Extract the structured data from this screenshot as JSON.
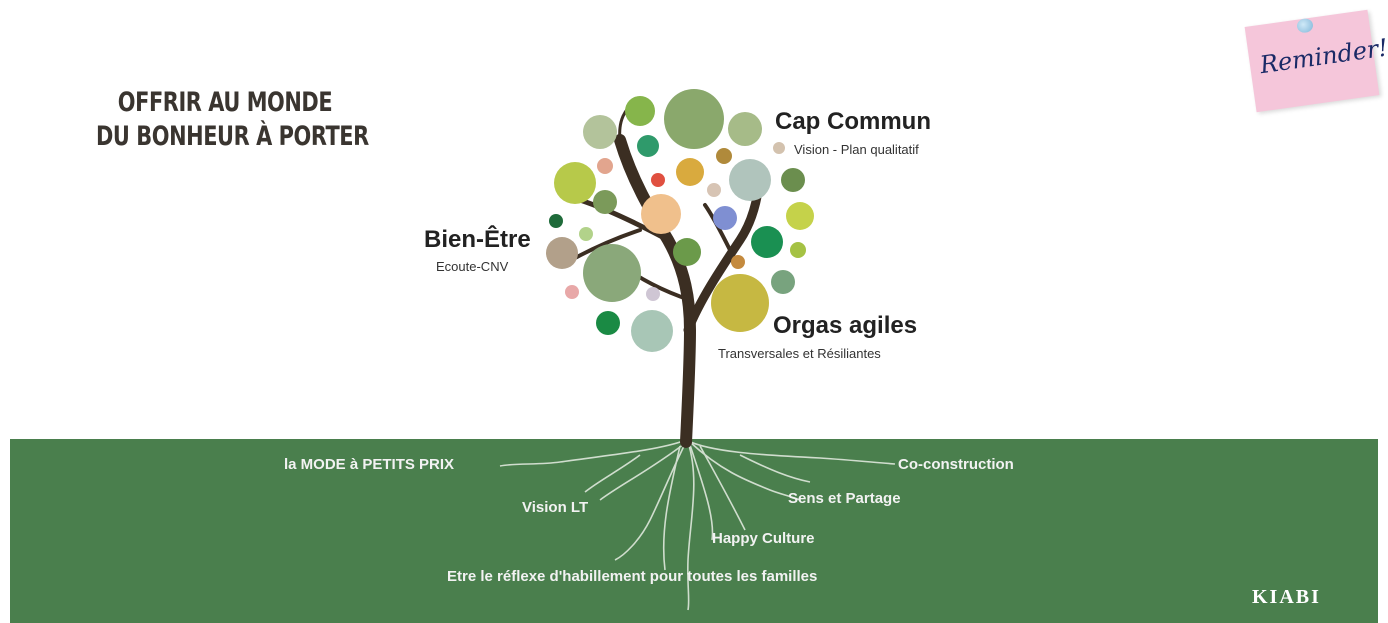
{
  "headline": {
    "line1": "OFFRIR AU MONDE",
    "line2": "DU BONHEUR À PORTER"
  },
  "branches": {
    "cap_commun": {
      "title": "Cap Commun",
      "subtitle": "Vision - Plan qualitatif"
    },
    "bien_etre": {
      "title": "Bien-Être",
      "subtitle": "Ecoute-CNV"
    },
    "orgas_agiles": {
      "title": "Orgas agiles",
      "subtitle": "Transversales et Résiliantes"
    }
  },
  "roots": {
    "mode": "la MODE à PETITS PRIX",
    "vision": "Vision LT",
    "coconstruction": "Co-construction",
    "sens": "Sens et Partage",
    "happy": "Happy Culture",
    "reflexe": "Etre le réflexe d'habillement pour toutes les familles"
  },
  "logo": "KIABI",
  "note": {
    "text": "Reminder!",
    "color": "#f5c6da"
  },
  "colors": {
    "ground": "#4a7f4d",
    "trunk": "#3b2e22"
  }
}
